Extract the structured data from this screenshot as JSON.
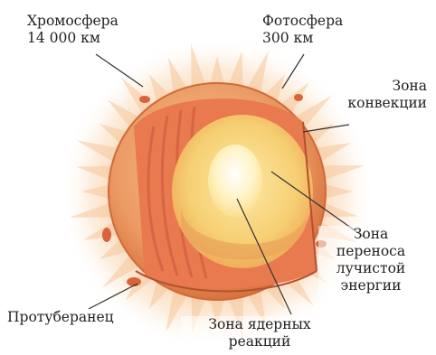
{
  "labels": {
    "chromosphere": {
      "name": "Хромосфера",
      "value": "14 000 км"
    },
    "photosphere": {
      "name": "Фотосфера",
      "value": "300 км"
    },
    "convection": {
      "line1": "Зона",
      "line2": "конвекции"
    },
    "radiative": {
      "line1": "Зона",
      "line2": "переноса",
      "line3": "лучистой",
      "line4": "энергии"
    },
    "prominence": {
      "name": "Протуберанец"
    },
    "core": {
      "line1": "Зона ядерных",
      "line2": "реакций"
    }
  },
  "colors": {
    "corona_glow": "#f6c79a",
    "chromosphere": "#e2844e",
    "photosphere_surface": "#f0b07a",
    "convection_zone": "#e9794f",
    "convection_stripes": "#c9533a",
    "radiative_zone": "#f7d27a",
    "core": "#fff6cf",
    "label_line": "#333333"
  }
}
